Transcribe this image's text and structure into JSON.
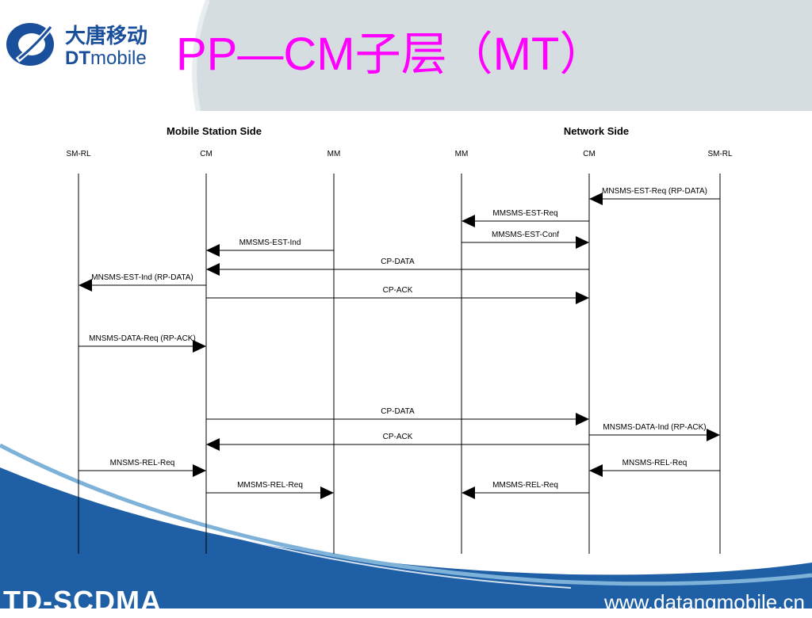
{
  "header": {
    "title": "PP—CM子层（MT）",
    "logo_cn": "大唐移动",
    "logo_dt": "DT",
    "logo_mobile": "mobile"
  },
  "diagram": {
    "side_labels": [
      "Mobile Station Side",
      "Network Side"
    ],
    "lanes": [
      "SM-RL",
      "CM",
      "MM",
      "MM",
      "CM",
      "SM-RL"
    ],
    "messages": [
      {
        "label": "MNSMS-EST-Req (RP-DATA)",
        "from": 5,
        "to": 4
      },
      {
        "label": "MMSMS-EST-Req",
        "from": 4,
        "to": 3
      },
      {
        "label": "MMSMS-EST-Conf",
        "from": 3,
        "to": 4
      },
      {
        "label": "MMSMS-EST-Ind",
        "from": 2,
        "to": 1
      },
      {
        "label": "CP-DATA",
        "from": 4,
        "to": 1
      },
      {
        "label": "MNSMS-EST-Ind (RP-DATA)",
        "from": 1,
        "to": 0
      },
      {
        "label": "CP-ACK",
        "from": 1,
        "to": 4
      },
      {
        "label": "MNSMS-DATA-Req (RP-ACK)",
        "from": 0,
        "to": 1
      },
      {
        "label": "CP-DATA",
        "from": 1,
        "to": 4
      },
      {
        "label": "MNSMS-DATA-Ind (RP-ACK)",
        "from": 4,
        "to": 5
      },
      {
        "label": "CP-ACK",
        "from": 4,
        "to": 1
      },
      {
        "label": "MNSMS-REL-Req",
        "from": 0,
        "to": 1
      },
      {
        "label": "MNSMS-REL-Req",
        "from": 5,
        "to": 4
      },
      {
        "label": "MMSMS-REL-Req",
        "from": 1,
        "to": 2
      },
      {
        "label": "MMSMS-REL-Req",
        "from": 4,
        "to": 3
      }
    ]
  },
  "footer": {
    "brand": "TD-SCDMA",
    "url": "www.datangmobile.cn"
  },
  "colors": {
    "title": "#ff00ff",
    "footer_blue": "#1f5fa6",
    "header_gray": "#d6dde0",
    "logo_blue": "#1a4f9c"
  }
}
